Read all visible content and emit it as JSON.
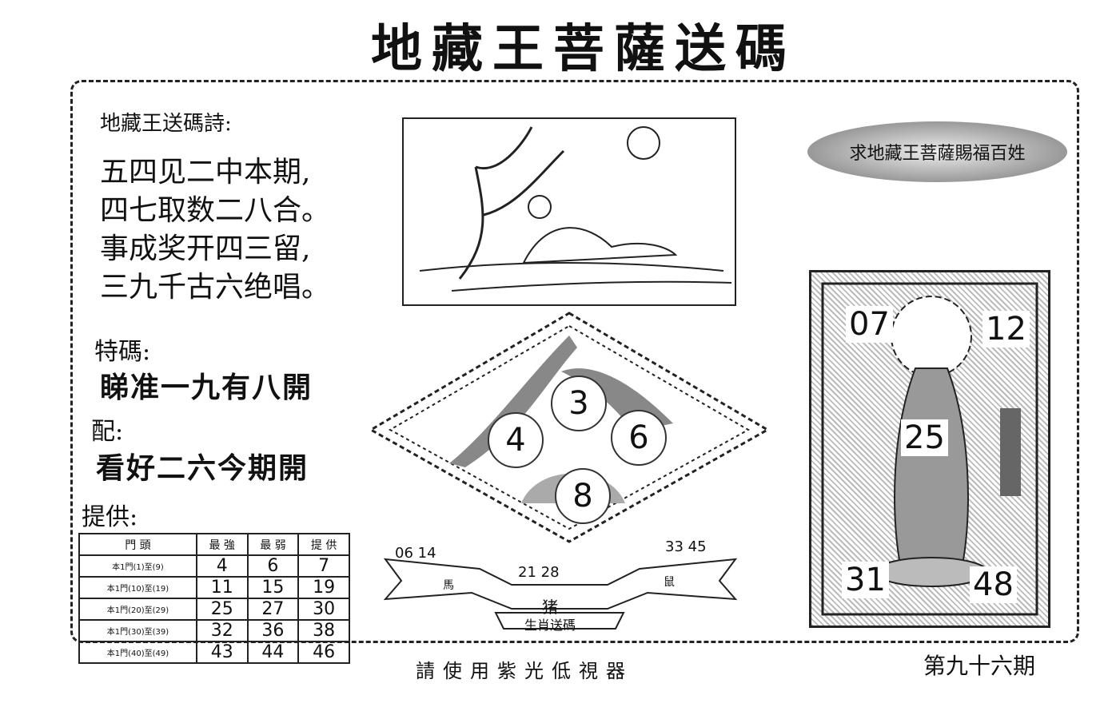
{
  "title": "地藏王菩薩送碼",
  "poem": {
    "heading": "地藏王送碼詩:",
    "lines": [
      "五四见二中本期,",
      "四七取数二八合。",
      "事成奖开四三留,",
      "三九千古六绝唱。"
    ]
  },
  "special": {
    "label": "特碼:",
    "text": "睇准一九有八開"
  },
  "match": {
    "label": "配:",
    "text": "看好二六今期開"
  },
  "provide_label": "提供:",
  "table": {
    "headers": [
      "門 頭",
      "最 強",
      "最 弱",
      "提 供"
    ],
    "rows": [
      {
        "label": "本1門(1)至(9)",
        "values": [
          "4",
          "6",
          "7"
        ]
      },
      {
        "label": "本1門(10)至(19)",
        "values": [
          "11",
          "15",
          "19"
        ]
      },
      {
        "label": "本1門(20)至(29)",
        "values": [
          "25",
          "27",
          "30"
        ]
      },
      {
        "label": "本1門(30)至(39)",
        "values": [
          "32",
          "36",
          "38"
        ]
      },
      {
        "label": "本1門(40)至(49)",
        "values": [
          "43",
          "44",
          "46"
        ]
      }
    ]
  },
  "diamond_numbers": [
    "3",
    "4",
    "6",
    "8"
  ],
  "banner": {
    "left_nums": "06 14",
    "center_nums": "21 28",
    "right_nums": "33 45",
    "left_zodiac": "馬",
    "right_zodiac": "鼠",
    "center_zodiac": "猪",
    "caption": "生肖送碼"
  },
  "slogan": "求地藏王菩薩賜福百姓",
  "buddha_numbers": [
    "07",
    "12",
    "25",
    "31",
    "48"
  ],
  "footer_note": "請使用紫光低視器",
  "issue": "第九十六期"
}
